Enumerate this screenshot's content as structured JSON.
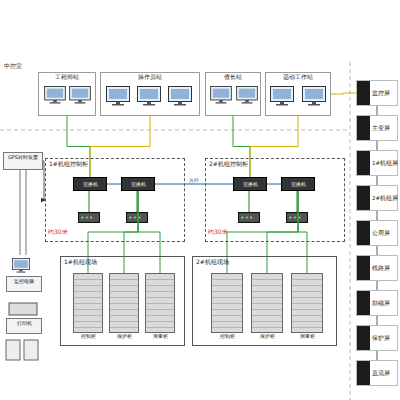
{
  "diagram": {
    "nodes": [
      {
        "text": [
          "工程师站"
        ]
      },
      {
        "text": [
          "操作员站"
        ]
      },
      {
        "text": [
          "值长站"
        ]
      },
      {
        "text": [
          "远动工作站"
        ]
      },
      {
        "text": [
          "监控屏"
        ]
      },
      {
        "text": [
          "主变屏"
        ]
      },
      {
        "text": [
          "1#机组屏"
        ]
      },
      {
        "text": [
          "2#机组屏"
        ]
      },
      {
        "text": [
          "公用屏"
        ]
      },
      {
        "text": [
          "线路屏"
        ]
      },
      {
        "text": [
          "励磁屏"
        ]
      },
      {
        "text": [
          "保护屏"
        ]
      },
      {
        "text": [
          "直流屏"
        ]
      },
      {
        "text": [
          "1#机组控制柜"
        ]
      },
      {
        "text": [
          "交换机"
        ],
        "in": 13
      },
      {
        "text": [
          "交换机"
        ],
        "in": 13
      },
      {
        "text": [
          "2#机组控制柜"
        ]
      },
      {
        "text": [
          "交换机"
        ],
        "in": 16
      },
      {
        "text": [
          "交换机"
        ],
        "in": 16
      },
      {
        "text": [
          "1#机组现场"
        ]
      },
      {
        "text": [
          "控制柜"
        ],
        "in": 19
      },
      {
        "text": [
          "保护柜"
        ],
        "in": 19
      },
      {
        "text": [
          "测量柜"
        ],
        "in": 19
      },
      {
        "text": [
          "2#机组现场"
        ]
      },
      {
        "text": [
          "控制柜"
        ],
        "in": 23
      },
      {
        "text": [
          "保护柜"
        ],
        "in": 23
      },
      {
        "text": [
          "测量柜"
        ],
        "in": 23
      },
      {
        "text": [
          "GPS对时装置"
        ]
      },
      {
        "text": [
          "监控电脑"
        ]
      },
      {
        "text": [
          "打印机"
        ]
      }
    ],
    "edges": [
      {
        "from": 0,
        "to": 14,
        "arrow": "none"
      },
      {
        "from": 1,
        "to": 14,
        "arrow": "none"
      },
      {
        "from": 2,
        "to": 17,
        "arrow": "none"
      },
      {
        "from": 3,
        "to": 17,
        "arrow": "none"
      },
      {
        "from": 14,
        "to": 15,
        "arrow": "none"
      },
      {
        "from": 17,
        "to": 18,
        "arrow": "none"
      },
      {
        "from": 15,
        "to": 17,
        "label": "光纤",
        "arrow": "none"
      },
      {
        "from": 15,
        "to": 20,
        "arrow": "none"
      },
      {
        "from": 15,
        "to": 21,
        "arrow": "none"
      },
      {
        "from": 15,
        "to": 22,
        "arrow": "none"
      },
      {
        "from": 18,
        "to": 24,
        "arrow": "none"
      },
      {
        "from": 18,
        "to": 25,
        "arrow": "none"
      },
      {
        "from": 18,
        "to": 26,
        "arrow": "none"
      },
      {
        "from": 3,
        "to": 4,
        "arrow": "none"
      },
      {
        "from": 4,
        "to": 5,
        "arrow": "none"
      },
      {
        "from": 5,
        "to": 6,
        "arrow": "none"
      },
      {
        "from": 6,
        "to": 7,
        "arrow": "none"
      },
      {
        "from": 7,
        "to": 8,
        "arrow": "none"
      },
      {
        "from": 8,
        "to": 9,
        "arrow": "none"
      },
      {
        "from": 9,
        "to": 10,
        "arrow": "none"
      },
      {
        "from": 10,
        "to": 11,
        "arrow": "none"
      },
      {
        "from": 11,
        "to": 12,
        "arrow": "none"
      },
      {
        "from": 27,
        "to": 13,
        "arrow": "to"
      }
    ],
    "labels": [
      "中控室",
      "约30米",
      "约30米"
    ]
  }
}
